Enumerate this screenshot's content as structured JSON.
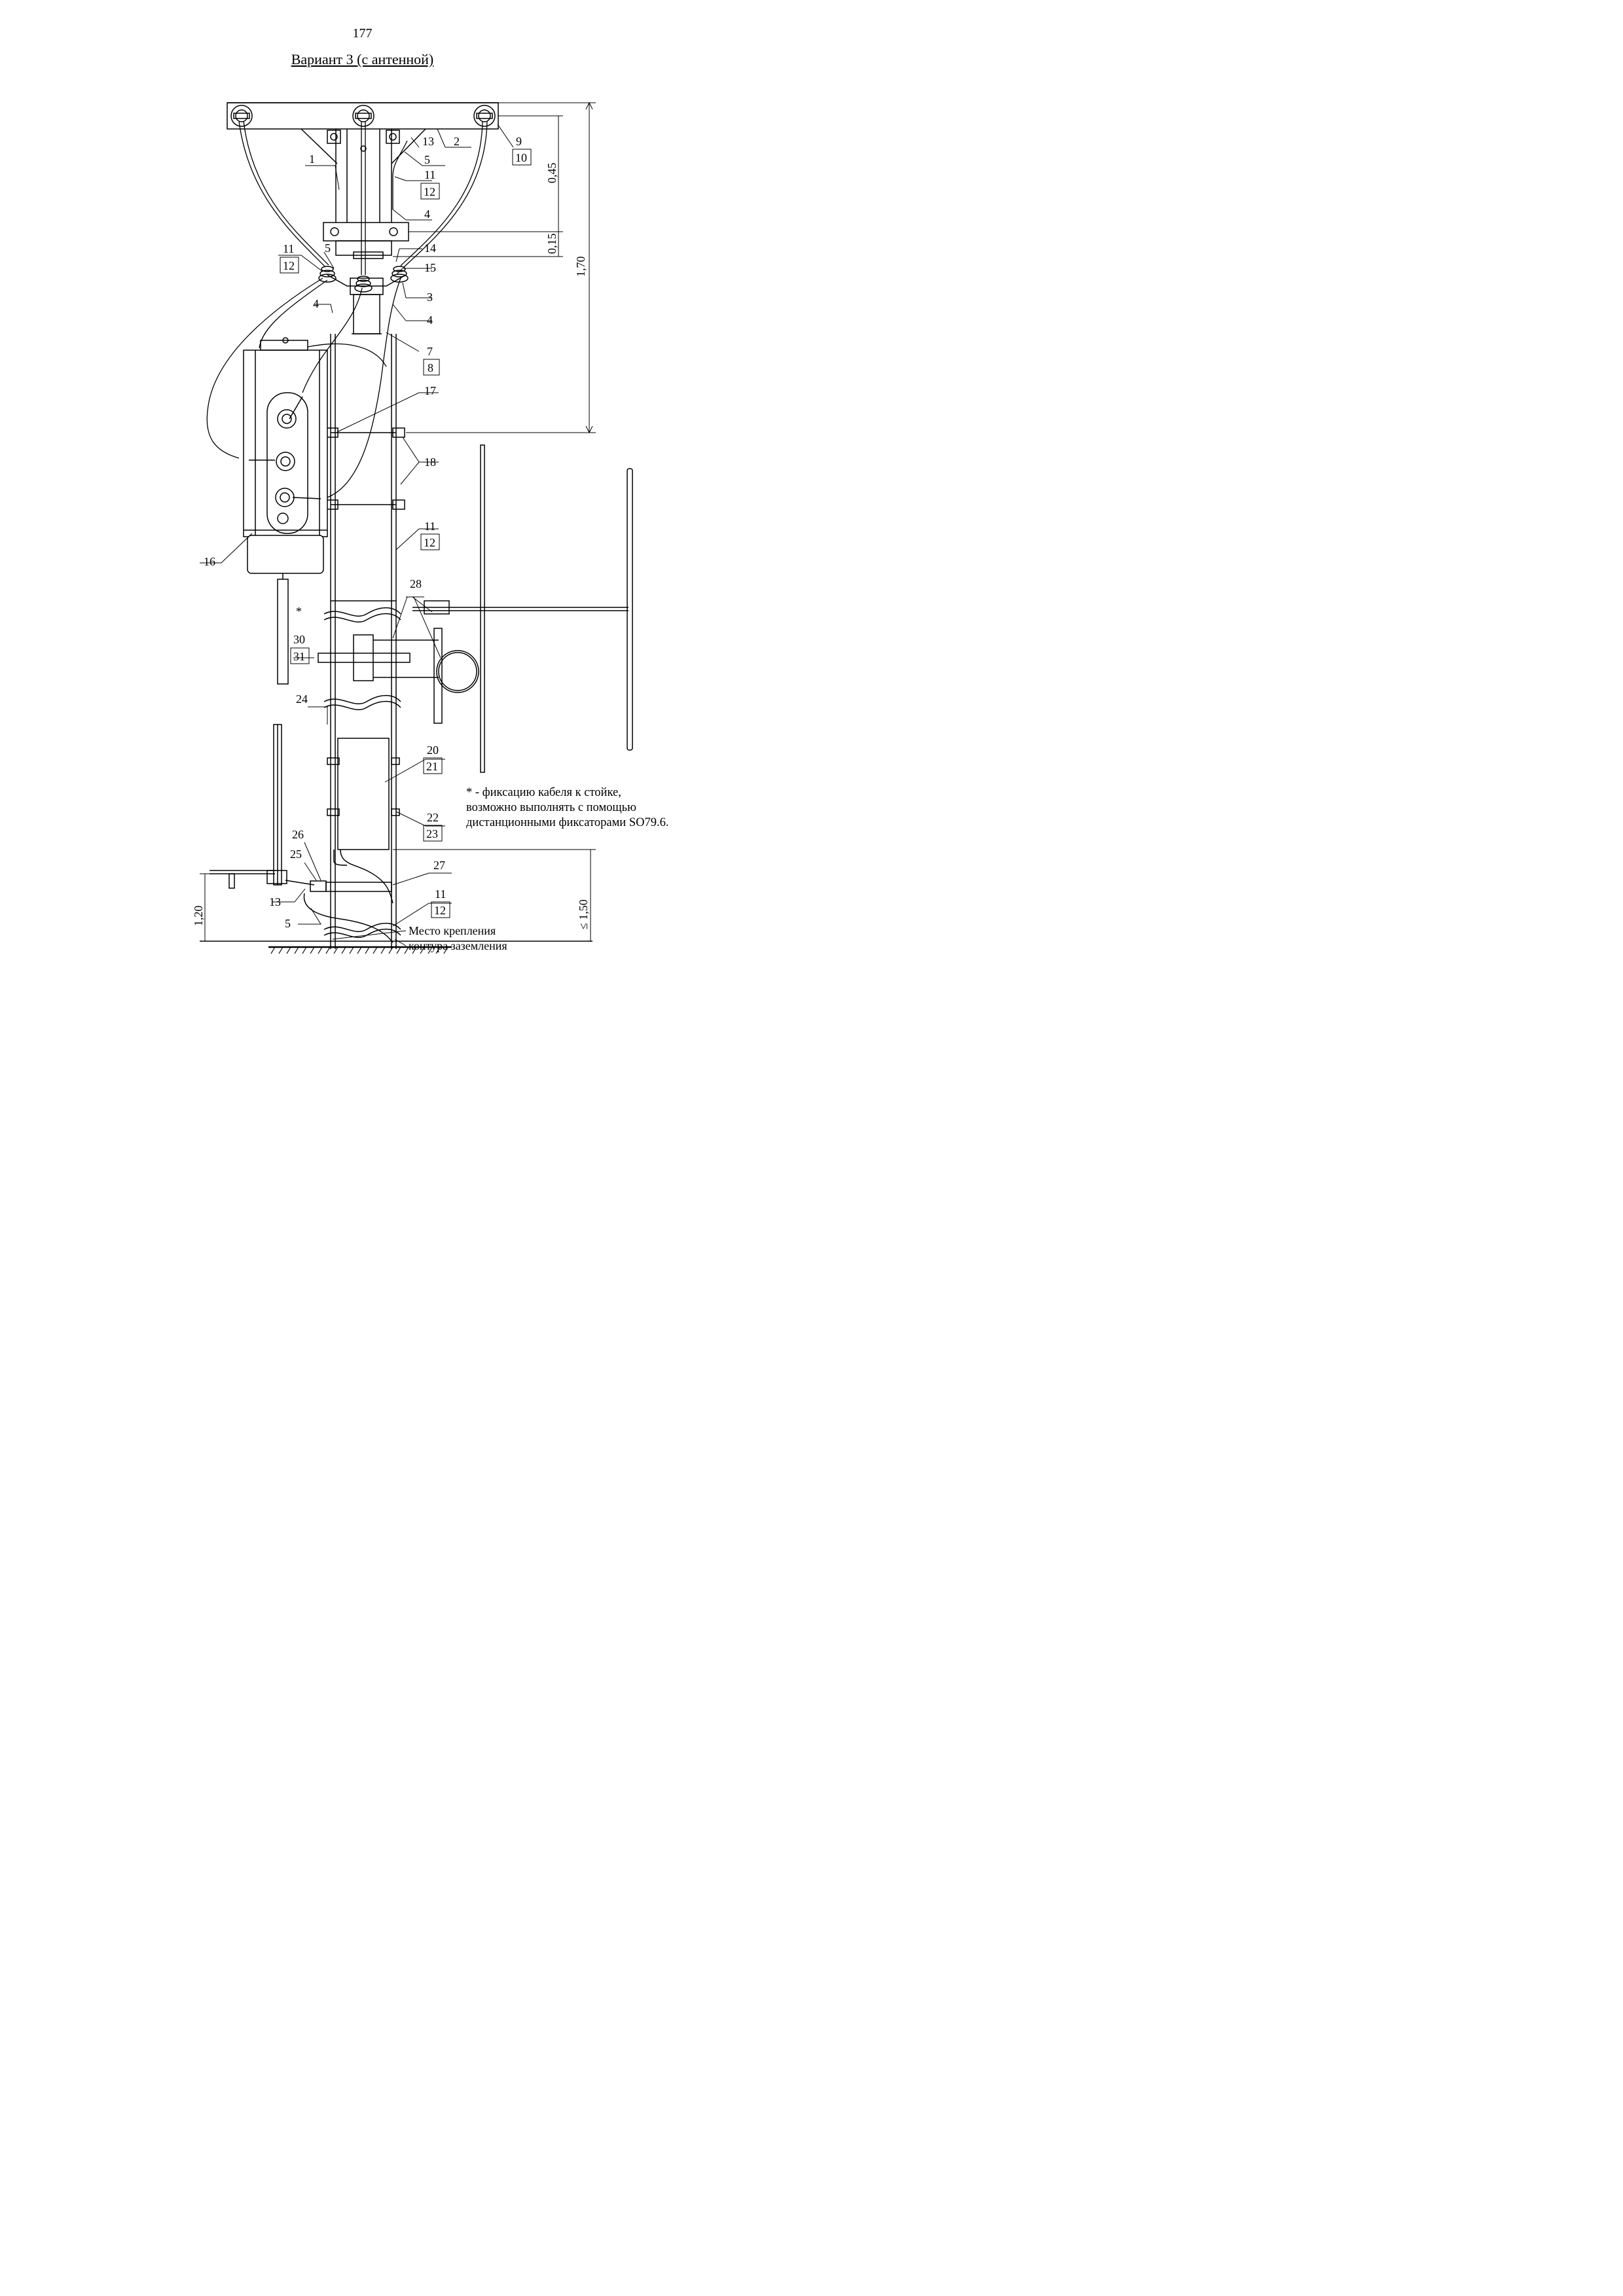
{
  "page_number": "177",
  "title": "Вариант 3 (с антенной)",
  "labels": {
    "l1": "1",
    "l2": "2",
    "l3": "3",
    "l4a": "4",
    "l4b": "4",
    "l4c": "4",
    "l5a": "5",
    "l5b": "5",
    "l5c": "5",
    "l7": "7",
    "l8": "8",
    "l9": "9",
    "l10": "10",
    "l11a": "11",
    "l12a": "12",
    "l11b": "11",
    "l12b": "12",
    "l11c": "11",
    "l12c": "12",
    "l11d": "11",
    "l12d": "12",
    "l13a": "13",
    "l13b": "13",
    "l14": "14",
    "l15": "15",
    "l16": "16",
    "l17": "17",
    "l18": "18",
    "l20": "20",
    "l21": "21",
    "l22": "22",
    "l23": "23",
    "l24": "24",
    "l25": "25",
    "l26": "26",
    "l27": "27",
    "l28": "28",
    "l30": "30",
    "l31": "31",
    "star": "*"
  },
  "dimensions": {
    "d045": "0,45",
    "d015": "0,15",
    "d170": "1,70",
    "d120": "1,20",
    "d150": "≤ 1,50"
  },
  "ground_label": {
    "line1": "Место крепления",
    "line2": "контура заземления"
  },
  "note": {
    "line1": "* - фиксацию кабеля к стойке,",
    "line2": "возможно выполнять с помощью",
    "line3": "дистанционными фиксаторами SO79.6."
  }
}
